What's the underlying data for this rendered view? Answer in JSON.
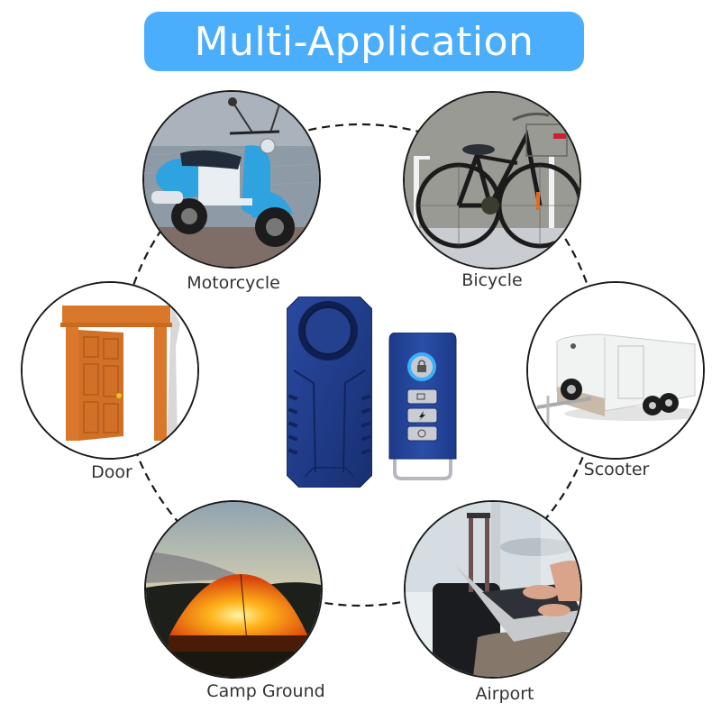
{
  "banner": {
    "title": "Multi-Application",
    "color": "#4aaefc"
  },
  "applications": [
    {
      "id": "motorcycle",
      "label": "Motorcycle",
      "icon": "motorcycle-photo"
    },
    {
      "id": "bicycle",
      "label": "Bicycle",
      "icon": "bicycle-photo"
    },
    {
      "id": "door",
      "label": "Door",
      "icon": "door-photo"
    },
    {
      "id": "scooter",
      "label": "Scooter",
      "icon": "trailer-photo"
    },
    {
      "id": "camp-ground",
      "label": "Camp Ground",
      "icon": "tent-photo"
    },
    {
      "id": "airport",
      "label": "Airport",
      "icon": "airport-laptop-photo"
    }
  ],
  "product": {
    "alarm_unit": "alarm-siren-device",
    "remote": "remote-key-fob",
    "remote_buttons": [
      "lock",
      "unlock",
      "alarm",
      "mute"
    ],
    "body_color": "#1f3d8c",
    "ring_color": "#3ab0ff"
  },
  "ring": {
    "style": "dashed",
    "color": "#1a1a1a"
  }
}
